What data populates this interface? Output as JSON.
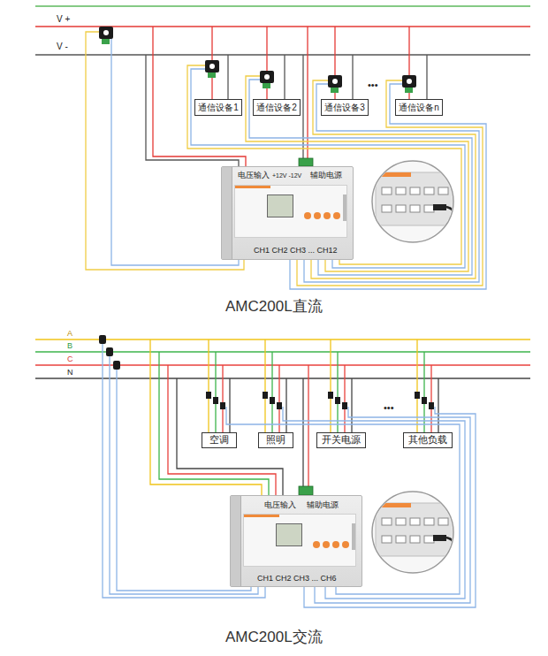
{
  "diagram": {
    "nodes": [
      {
        "text": [
          "通信设备1"
        ]
      },
      {
        "text": [
          "通信设备2"
        ]
      },
      {
        "text": [
          "通信设备3"
        ]
      },
      {
        "text": [
          "通信设备n"
        ]
      },
      {
        "text": [
          "电压输入",
          "+12V -12V",
          "辅助电源",
          "CH1 CH2 CH3 ... CH12"
        ]
      },
      {
        "text": [
          "空调"
        ]
      },
      {
        "text": [
          "照明"
        ]
      },
      {
        "text": [
          "开关电源"
        ]
      },
      {
        "text": [
          "其他负载"
        ]
      },
      {
        "text": [
          "电压输入",
          "辅助电源",
          "CH1 CH2 CH3 ... CH6"
        ]
      }
    ],
    "labels": [
      "V +",
      "V -",
      "•••",
      "AMC200L直流",
      "A",
      "B",
      "C",
      "N",
      "•••",
      "AMC200L交流"
    ]
  }
}
